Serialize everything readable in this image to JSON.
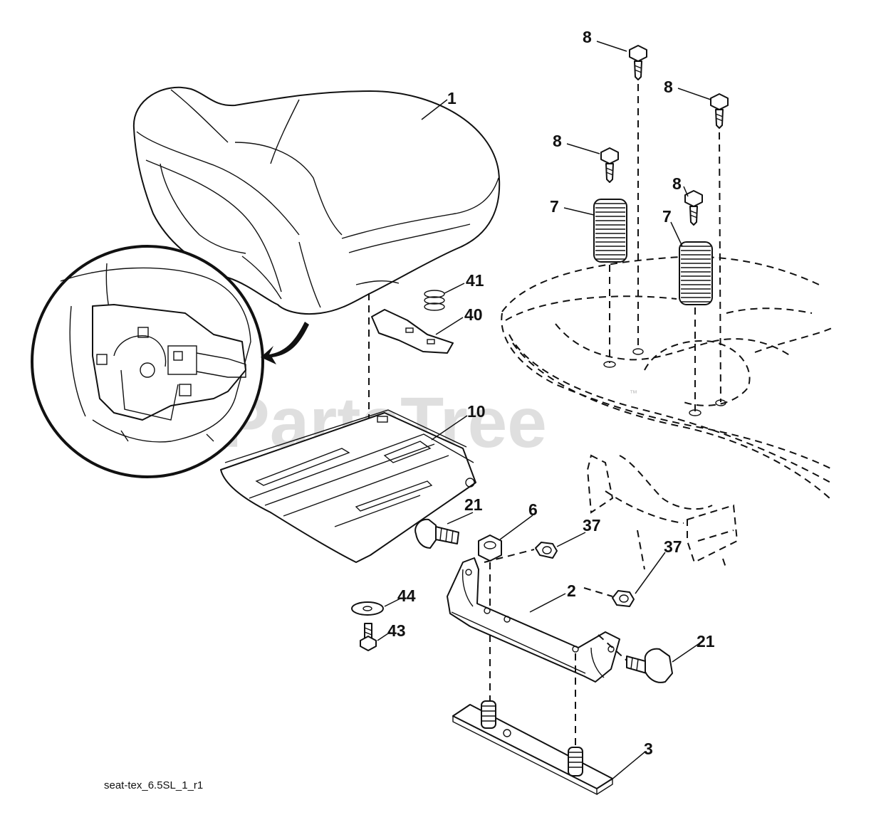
{
  "diagram": {
    "watermark": "PartsTree",
    "watermark_mark": "™",
    "drawing_code": "seat-tex_6.5SL_1_r1",
    "callouts": [
      {
        "id": "c8a",
        "label": "8"
      },
      {
        "id": "c8b",
        "label": "8"
      },
      {
        "id": "c8c",
        "label": "8"
      },
      {
        "id": "c8d",
        "label": "8"
      },
      {
        "id": "c7a",
        "label": "7"
      },
      {
        "id": "c7b",
        "label": "7"
      },
      {
        "id": "c1",
        "label": "1"
      },
      {
        "id": "c41",
        "label": "41"
      },
      {
        "id": "c40",
        "label": "40"
      },
      {
        "id": "c10",
        "label": "10"
      },
      {
        "id": "c21a",
        "label": "21"
      },
      {
        "id": "c6",
        "label": "6"
      },
      {
        "id": "c37a",
        "label": "37"
      },
      {
        "id": "c37b",
        "label": "37"
      },
      {
        "id": "c2",
        "label": "2"
      },
      {
        "id": "c44",
        "label": "44"
      },
      {
        "id": "c43",
        "label": "43"
      },
      {
        "id": "c21b",
        "label": "21"
      },
      {
        "id": "c3",
        "label": "3"
      }
    ]
  }
}
